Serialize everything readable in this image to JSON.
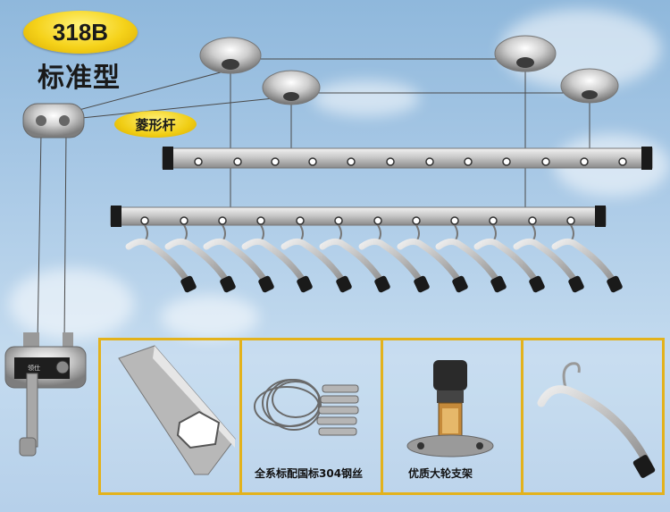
{
  "product": {
    "model": "318B",
    "type_label": "标准型",
    "rod_label": "菱形杆"
  },
  "control_box_label": "领仕",
  "details": {
    "wire_caption": "全系标配国标304钢丝",
    "bracket_caption": "优质大轮支架"
  },
  "colors": {
    "sky": "#a9c9e6",
    "badge_yellow": "#f5d21a",
    "panel_border": "#e3b21c"
  }
}
